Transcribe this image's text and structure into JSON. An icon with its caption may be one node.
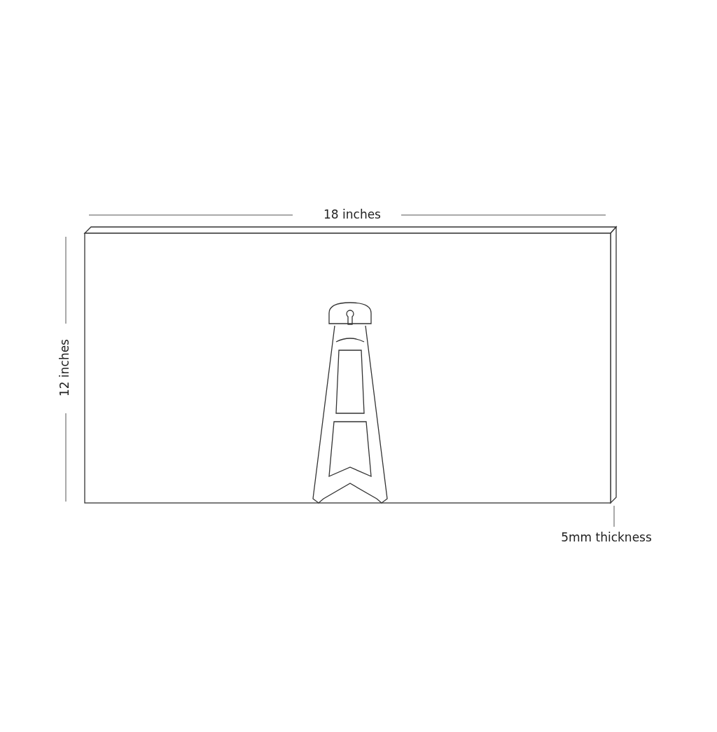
{
  "diagram": {
    "labels": [
      "18 inches",
      "12 inches",
      "5mm thickness"
    ]
  }
}
